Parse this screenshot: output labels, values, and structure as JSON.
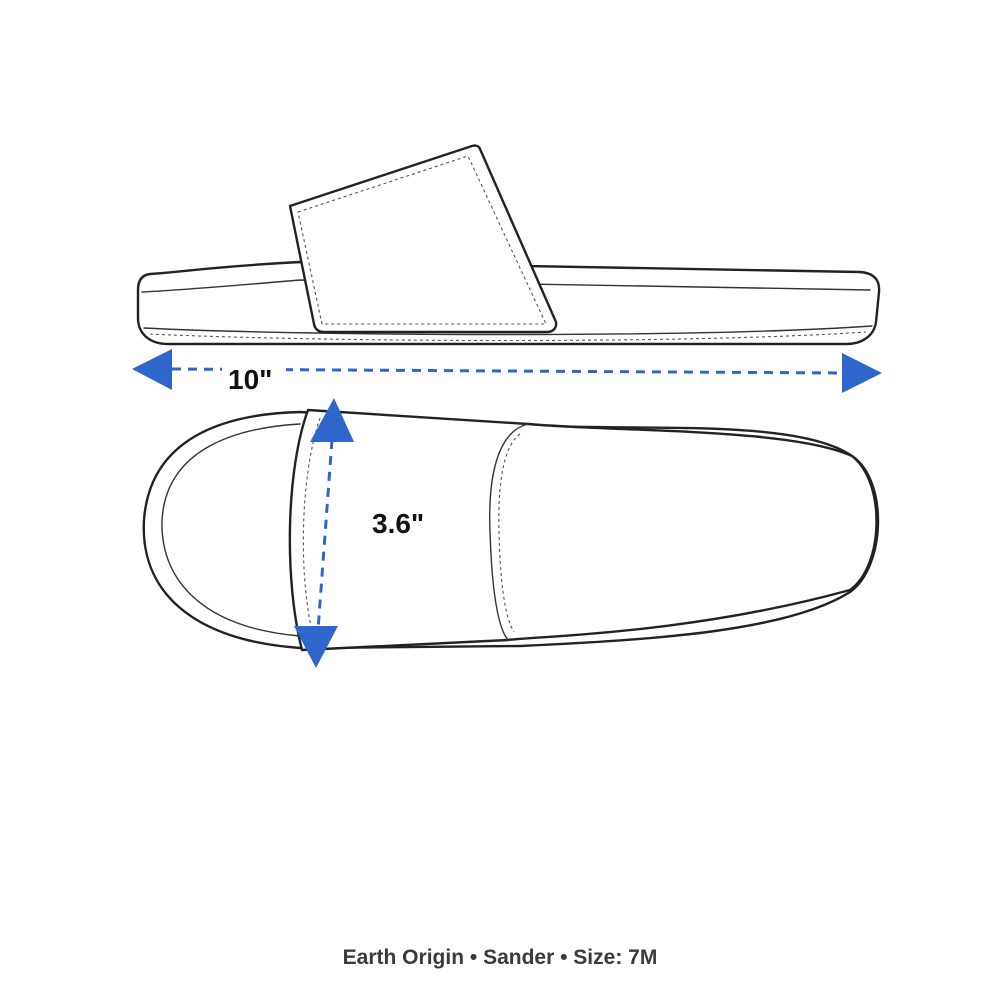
{
  "measurements": {
    "length_label": "10\"",
    "width_label": "3.6\""
  },
  "caption": {
    "brand": "Earth Origin",
    "separator": " • ",
    "model": "Sander",
    "size": "Size: 7M"
  },
  "colors": {
    "dimension_accent": "#2f66cc",
    "outline": "#222222",
    "caption_text": "#3a3a3a"
  }
}
